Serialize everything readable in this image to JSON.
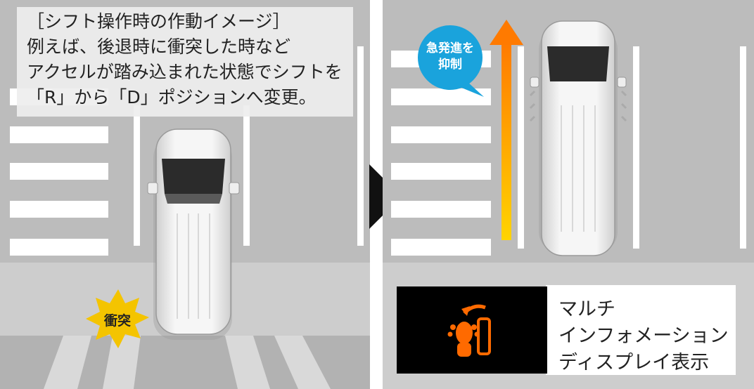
{
  "caption": {
    "lines": [
      "［シフト操作時の作動イメージ］",
      "例えば、後退時に衝突した時など",
      "アクセルが踏み込まれた状態でシフトを",
      "「R」から「D」ポジションへ変更。"
    ]
  },
  "collision_label": "衝突",
  "suppression_bubble": {
    "line1": "急発進を",
    "line2": "抑制"
  },
  "display": {
    "label_lines": [
      "マルチ",
      "インフォメーション",
      "ディスプレイ表示"
    ],
    "icon": "foot-on-pedal-warning-icon"
  },
  "colors": {
    "road": "#bcbcbc",
    "bubble": "#1aa3dc",
    "burst": "#f4c400",
    "arrow_top": "#ff7a00",
    "arrow_bottom": "#ffd400",
    "warning_icon": "#ff6a00"
  }
}
